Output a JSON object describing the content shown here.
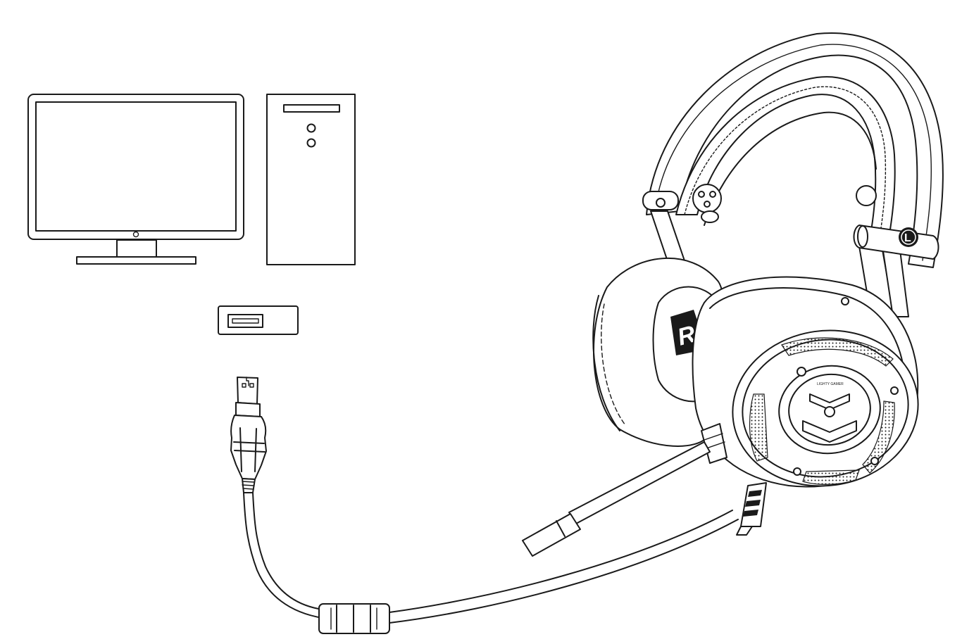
{
  "headset": {
    "left_side_letter": "L",
    "right_earcup_logo": "R",
    "earcup_brand_text": "LIGHTY GAMER"
  },
  "colors": {
    "line": "#1a1a1a",
    "background": "#ffffff"
  }
}
